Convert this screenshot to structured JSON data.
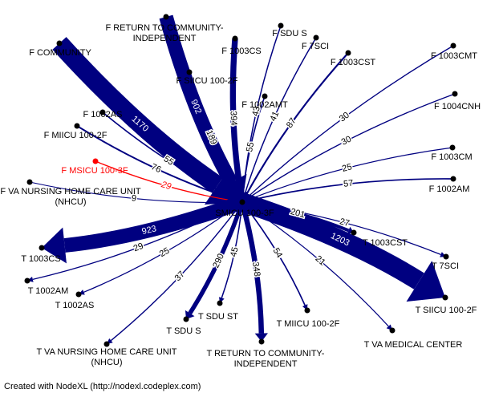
{
  "center": {
    "label": "SMICU 100-3F"
  },
  "colors": {
    "edge": "#000080",
    "highlight": "#ff0000",
    "node": "#000000",
    "label_bg": "#ffffff"
  },
  "nodes": [
    {
      "id": "f-return-community",
      "label_lines": [
        "F RETURN TO COMMUNITY-",
        "INDEPENDENT"
      ]
    },
    {
      "id": "f-sdu-s",
      "label_lines": [
        "F SDU S"
      ]
    },
    {
      "id": "f-7sci",
      "label_lines": [
        "F 7SCI"
      ]
    },
    {
      "id": "f-community",
      "label_lines": [
        "F COMMUNITY"
      ]
    },
    {
      "id": "f-1003cs",
      "label_lines": [
        "F 1003CS"
      ]
    },
    {
      "id": "f-1003cst",
      "label_lines": [
        "F 1003CST"
      ]
    },
    {
      "id": "f-1003cmt",
      "label_lines": [
        "F 1003CMT"
      ]
    },
    {
      "id": "f-siicu",
      "label_lines": [
        "F SIICU 100-2F"
      ]
    },
    {
      "id": "f-1002amt",
      "label_lines": [
        "F 1002AMT"
      ]
    },
    {
      "id": "f-1004cnh",
      "label_lines": [
        "F 1004CNH"
      ]
    },
    {
      "id": "f-1002as",
      "label_lines": [
        "F 1002AS"
      ]
    },
    {
      "id": "f-miicu",
      "label_lines": [
        "F MIICU 100-2F"
      ]
    },
    {
      "id": "f-1003cm",
      "label_lines": [
        "F 1003CM"
      ]
    },
    {
      "id": "f-msicu",
      "label_lines": [
        "F MSICU 100-3F"
      ],
      "highlight": true
    },
    {
      "id": "f-1002am",
      "label_lines": [
        "F 1002AM"
      ]
    },
    {
      "id": "f-va-nhcu",
      "label_lines": [
        "F VA NURSING HOME CARE UNIT",
        "(NHCU)"
      ]
    },
    {
      "id": "t-1003cs",
      "label_lines": [
        "T 1003CS"
      ]
    },
    {
      "id": "t-1003cst",
      "label_lines": [
        "T 1003CST"
      ]
    },
    {
      "id": "t-7sci",
      "label_lines": [
        "T 7SCI"
      ]
    },
    {
      "id": "t-1002am",
      "label_lines": [
        "T 1002AM"
      ]
    },
    {
      "id": "t-1002as",
      "label_lines": [
        "T 1002AS"
      ]
    },
    {
      "id": "t-siicu",
      "label_lines": [
        "T SIICU 100-2F"
      ]
    },
    {
      "id": "t-sdu-st",
      "label_lines": [
        "T SDU ST"
      ]
    },
    {
      "id": "t-sdu-s",
      "label_lines": [
        "T SDU S"
      ]
    },
    {
      "id": "t-miicu",
      "label_lines": [
        "T MIICU 100-2F"
      ]
    },
    {
      "id": "t-va-medical",
      "label_lines": [
        "T VA MEDICAL CENTER"
      ]
    },
    {
      "id": "t-va-nhcu",
      "label_lines": [
        "T VA NURSING HOME CARE UNIT",
        "(NHCU)"
      ]
    },
    {
      "id": "t-return-community",
      "label_lines": [
        "T RETURN TO COMMUNITY-",
        "INDEPENDENT"
      ]
    }
  ],
  "edges": [
    {
      "node": "f-community",
      "direction": "in",
      "value": 1170
    },
    {
      "node": "f-return-community",
      "direction": "in",
      "value": 902
    },
    {
      "node": "f-siicu",
      "direction": "in",
      "value": 189
    },
    {
      "node": "f-1003cs",
      "direction": "in",
      "value": 394
    },
    {
      "node": "f-1002amt",
      "direction": "in",
      "value": 55
    },
    {
      "node": "f-sdu-s",
      "direction": "in",
      "value": 43
    },
    {
      "node": "f-7sci",
      "direction": "in",
      "value": 41
    },
    {
      "node": "f-1003cst",
      "direction": "in",
      "value": 87
    },
    {
      "node": "f-1003cmt",
      "direction": "in",
      "value": 30
    },
    {
      "node": "f-1004cnh",
      "direction": "in",
      "value": 30
    },
    {
      "node": "f-1002as",
      "direction": "in",
      "value": 55
    },
    {
      "node": "f-miicu",
      "direction": "in",
      "value": 76
    },
    {
      "node": "f-1003cm",
      "direction": "in",
      "value": 25
    },
    {
      "node": "f-1002am",
      "direction": "in",
      "value": 57
    },
    {
      "node": "f-msicu",
      "direction": "in",
      "value": 29,
      "highlight": true
    },
    {
      "node": "f-va-nhcu",
      "direction": "in",
      "value": 9
    },
    {
      "node": "t-1003cs",
      "direction": "out",
      "value": 923
    },
    {
      "node": "t-1003cst",
      "direction": "out",
      "value": 201
    },
    {
      "node": "t-7sci",
      "direction": "out",
      "value": 27
    },
    {
      "node": "t-siicu",
      "direction": "out",
      "value": 1203
    },
    {
      "node": "t-va-medical",
      "direction": "out",
      "value": 21
    },
    {
      "node": "t-miicu",
      "direction": "out",
      "value": 54
    },
    {
      "node": "t-return-community",
      "direction": "out",
      "value": 348
    },
    {
      "node": "t-sdu-st",
      "direction": "out",
      "value": 45
    },
    {
      "node": "t-sdu-s",
      "direction": "out",
      "value": 290
    },
    {
      "node": "t-va-nhcu",
      "direction": "out",
      "value": 37
    },
    {
      "node": "t-1002as",
      "direction": "out",
      "value": 25
    },
    {
      "node": "t-1002am",
      "direction": "out",
      "value": 29
    }
  ],
  "footer": "Created with NodeXL (http://nodexl.codeplex.com)"
}
